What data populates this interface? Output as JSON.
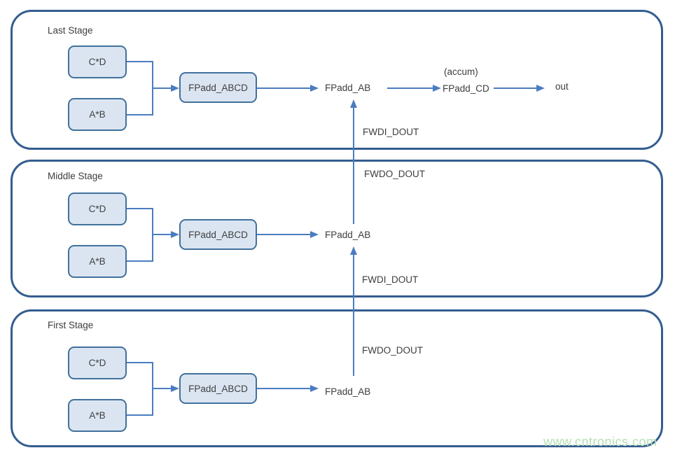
{
  "stages": [
    {
      "title": "Last Stage",
      "cd_label": "C*D",
      "ab_label": "A*B",
      "abcd_label": "FPadd_ABCD",
      "fpadd_ab_label": "FPadd_AB",
      "fwdi_label": "FWDI_DOUT",
      "accum_note": "(accum)",
      "fpadd_cd_label": "FPadd_CD",
      "out_label": "out"
    },
    {
      "title": "Middle Stage",
      "cd_label": "C*D",
      "ab_label": "A*B",
      "abcd_label": "FPadd_ABCD",
      "fpadd_ab_label": "FPadd_AB",
      "fwdo_label": "FWDO_DOUT",
      "fwdi_label": "FWDI_DOUT"
    },
    {
      "title": "First Stage",
      "cd_label": "C*D",
      "ab_label": "A*B",
      "abcd_label": "FPadd_ABCD",
      "fpadd_ab_label": "FPadd_AB",
      "fwdo_label": "FWDO_DOUT"
    }
  ],
  "watermark": "www.cntronics.com",
  "colors": {
    "stage_border": "#345d8f",
    "box_border": "#41719c",
    "box_fill": "#dbe5f2",
    "arrow": "#4a7cc0",
    "text": "#3d3d3d",
    "watermark": "#b5e0b3"
  }
}
